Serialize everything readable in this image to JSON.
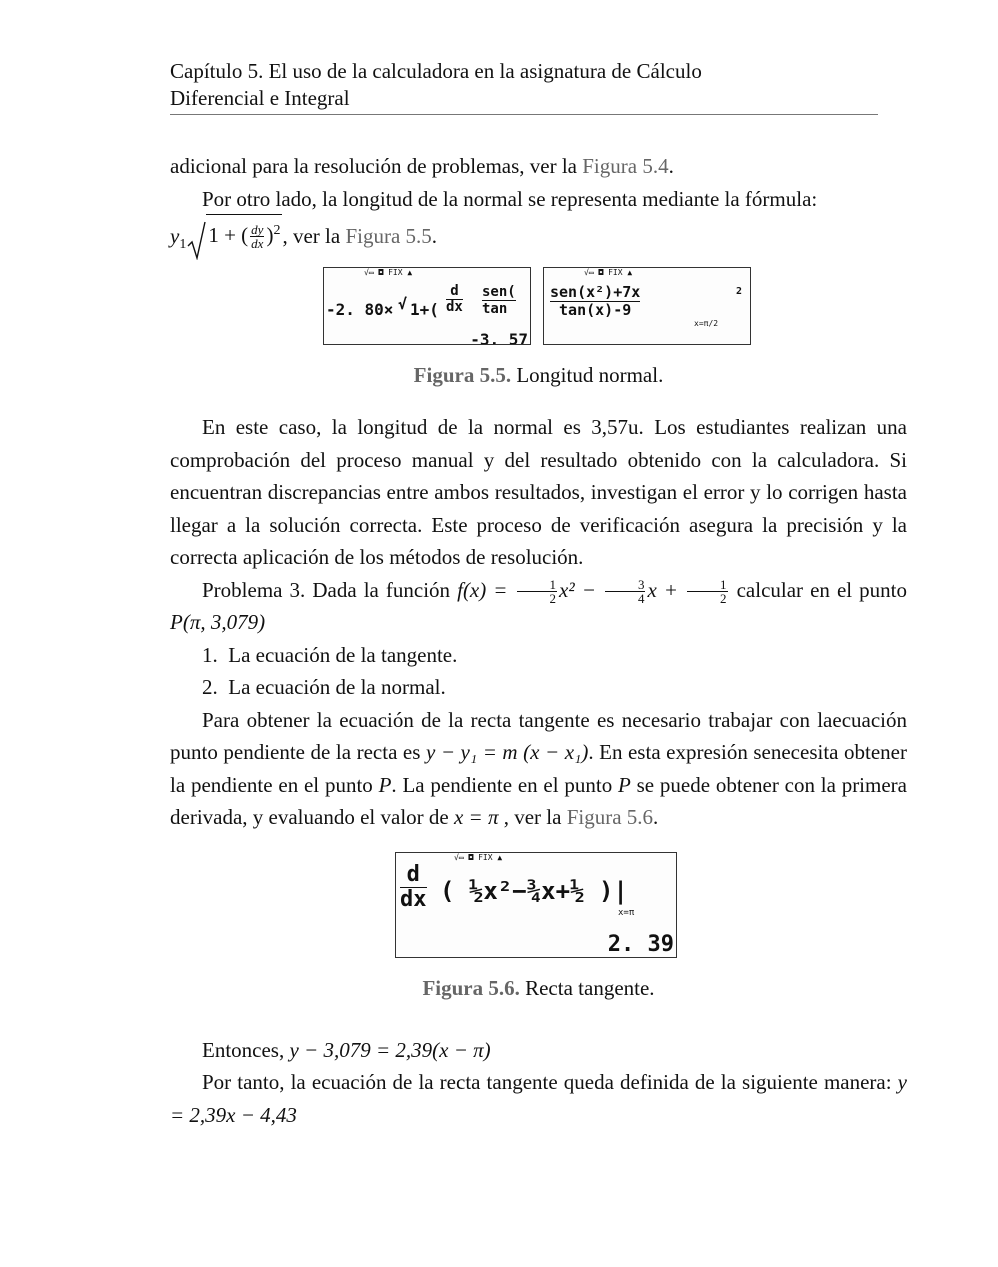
{
  "header": {
    "line1": "Capítulo 5. El uso de la calculadora en la asignatura de Cálculo",
    "line2": "Diferencial e Integral"
  },
  "para1": {
    "text": "adicional para la resolución de problemas, ver la ",
    "ref": "Figura 5.4",
    "end": "."
  },
  "para2": {
    "text": "Por otro lado, la longitud de la normal se representa mediante la fórmula:"
  },
  "formula1": {
    "y1": "y",
    "sub": "1",
    "one_plus": "1 + (",
    "dy": "dy",
    "dx": "dx",
    "close": ")",
    "exp": "2",
    "after": ", ver la ",
    "ref": "Figura 5.5",
    "end": "."
  },
  "fig55": {
    "screen_left": {
      "status": "√▭ ◘   FIX              ▲",
      "line1": "-2. 80×",
      "line2": "1+(",
      "d": "d",
      "dx": "dx",
      "sen": "sen(",
      "tan": "tan",
      "result": "-3. 57"
    },
    "screen_right": {
      "status": "√▭ ◘   FIX              ▲",
      "num": "sen(x²)+7x",
      "den": "tan(x)-9",
      "eval": "x=π/2",
      "exp": "2"
    },
    "caption_label": "Figura 5.5.",
    "caption_text": " Longitud normal."
  },
  "para3": "En este caso, la longitud de la normal es 3,57u. Los estudiantes realizan una comprobación del proceso manual y del resultado obtenido con la calculadora. Si encuentran discrepancias entre ambos resultados, investigan el error y lo corrigen hasta llegar a la solución correcta. Este proceso de verificación asegura la precisión y la correcta aplicación de los métodos de resolución.",
  "para4": {
    "lead": "Problema 3. Dada la función ",
    "f": "f(x) = ",
    "term1_pre": "",
    "x2": "x² − ",
    "x": "x + ",
    "tail": " calcular en el punto ",
    "point": "P(π, 3,079)"
  },
  "list": [
    {
      "num": "1.",
      "text": "La ecuación de la tangente."
    },
    {
      "num": "2.",
      "text": "La ecuación de la normal."
    }
  ],
  "para5": {
    "a": "Para obtener la ecuación de la recta tangente es necesario trabajar con laecuación punto pendiente de la recta es ",
    "eq": "y − y₁ = m (x − x₁)",
    "b": ". En esta expresión senecesita obtener la pendiente en el punto ",
    "p1": "P",
    "c": ". La pendiente en el punto ",
    "p2": "P",
    "d": " se puede obtener con la primera derivada, y evaluando el valor de ",
    "xpi": "x = π",
    "e": " , ver la ",
    "ref": "Figura 5.6",
    "end": "."
  },
  "fig56": {
    "status": "√▭  ◘  FIX          ▲",
    "d": "d",
    "dx": "dx",
    "expr": "( ½x²−¾x+½ )|",
    "eval": "x=π",
    "result": "2. 39",
    "caption_label": "Figura 5.6.",
    "caption_text": " Recta tangente."
  },
  "para6": {
    "lead": "Entonces, ",
    "eq": "y − 3,079 = 2,39(x − π)"
  },
  "para7": {
    "text": "Por tanto, la ecuación de la recta tangente queda definida de la siguiente manera: ",
    "eq": "y = 2,39x − 4,43"
  }
}
